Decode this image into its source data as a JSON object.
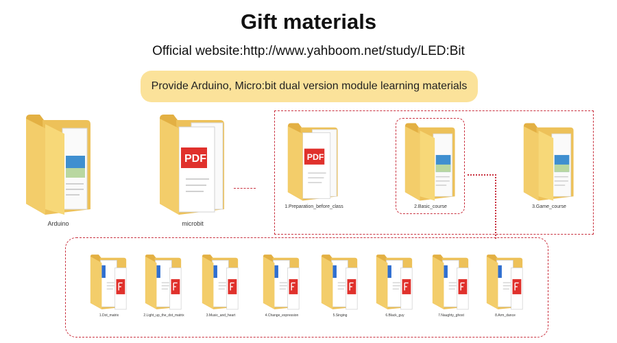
{
  "title": "Gift materials",
  "subtitle": "Official website:http://www.yahboom.net/study/LED:Bit",
  "banner": "Provide Arduino, Micro:bit dual version module learning materials",
  "colors": {
    "banner_bg": "#fbe29a",
    "folder_back": "#e8b84a",
    "folder_front": "#f7d87a",
    "dashed_border": "#c9303e",
    "pdf_red": "#e0312c",
    "doc_blue": "#2f6fd1"
  },
  "top_folders": [
    {
      "label": "Arduino",
      "icon": "folder-image-icon"
    },
    {
      "label": "microbit",
      "icon": "folder-pdf-icon"
    }
  ],
  "microbit_folders": [
    {
      "label": "1.Preparation_before_class",
      "icon": "folder-pdf-icon"
    },
    {
      "label": "2.Basic_course",
      "icon": "folder-image-icon"
    },
    {
      "label": "3.Game_course",
      "icon": "folder-image-icon"
    }
  ],
  "basic_course_folders": [
    {
      "label": "1.Dot_matrix"
    },
    {
      "label": "2.Light_up_the_dot_matrix"
    },
    {
      "label": "3.Music_and_heart"
    },
    {
      "label": "4.Change_expression"
    },
    {
      "label": "5.Singing"
    },
    {
      "label": "6.Black_guy"
    },
    {
      "label": "7.Naughty_ghost"
    },
    {
      "label": "8.Arm_dance"
    }
  ]
}
